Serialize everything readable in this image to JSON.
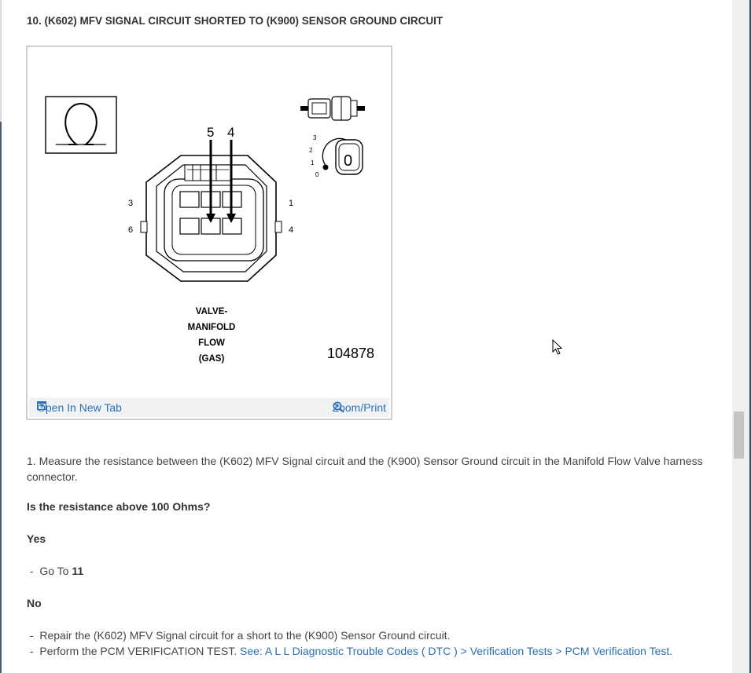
{
  "step_heading": "10. (K602) MFV SIGNAL CIRCUIT SHORTED TO (K900) SENSOR GROUND CIRCUIT",
  "figure": {
    "pin_labels": {
      "probe_a": "5",
      "probe_b": "4",
      "left_top": "3",
      "left_bottom": "6",
      "right_top": "1",
      "right_bottom": "4"
    },
    "key_positions": [
      "3",
      "2",
      "1",
      "0"
    ],
    "key_state": "0",
    "component_label": [
      "VALVE-",
      "MANIFOLD",
      "FLOW",
      "(GAS)"
    ],
    "figure_number": "104878",
    "toolbar": {
      "open_tab_label": "Open In New Tab",
      "zoom_label": "Zoom/Print"
    }
  },
  "instruction": "1. Measure the resistance between the (K602) MFV Signal circuit and the (K900) Sensor Ground circuit in the Manifold Flow Valve harness connector.",
  "question": "Is the resistance above 100 Ohms?",
  "yes": {
    "label": "Yes",
    "action_prefix": "Go To",
    "action_step": "11"
  },
  "no": {
    "label": "No",
    "action_1": "Repair the (K602) MFV Signal circuit for a short to the (K900) Sensor Ground circuit.",
    "action_2_text": "Perform the PCM VERIFICATION TEST.",
    "action_2_link": "See: A L L Diagnostic Trouble Codes ( DTC ) > Verification Tests > PCM Verification Test."
  },
  "colors": {
    "link": "#2a6fb4",
    "text": "#444444",
    "toolbar_bg": "#f1f2f4"
  }
}
